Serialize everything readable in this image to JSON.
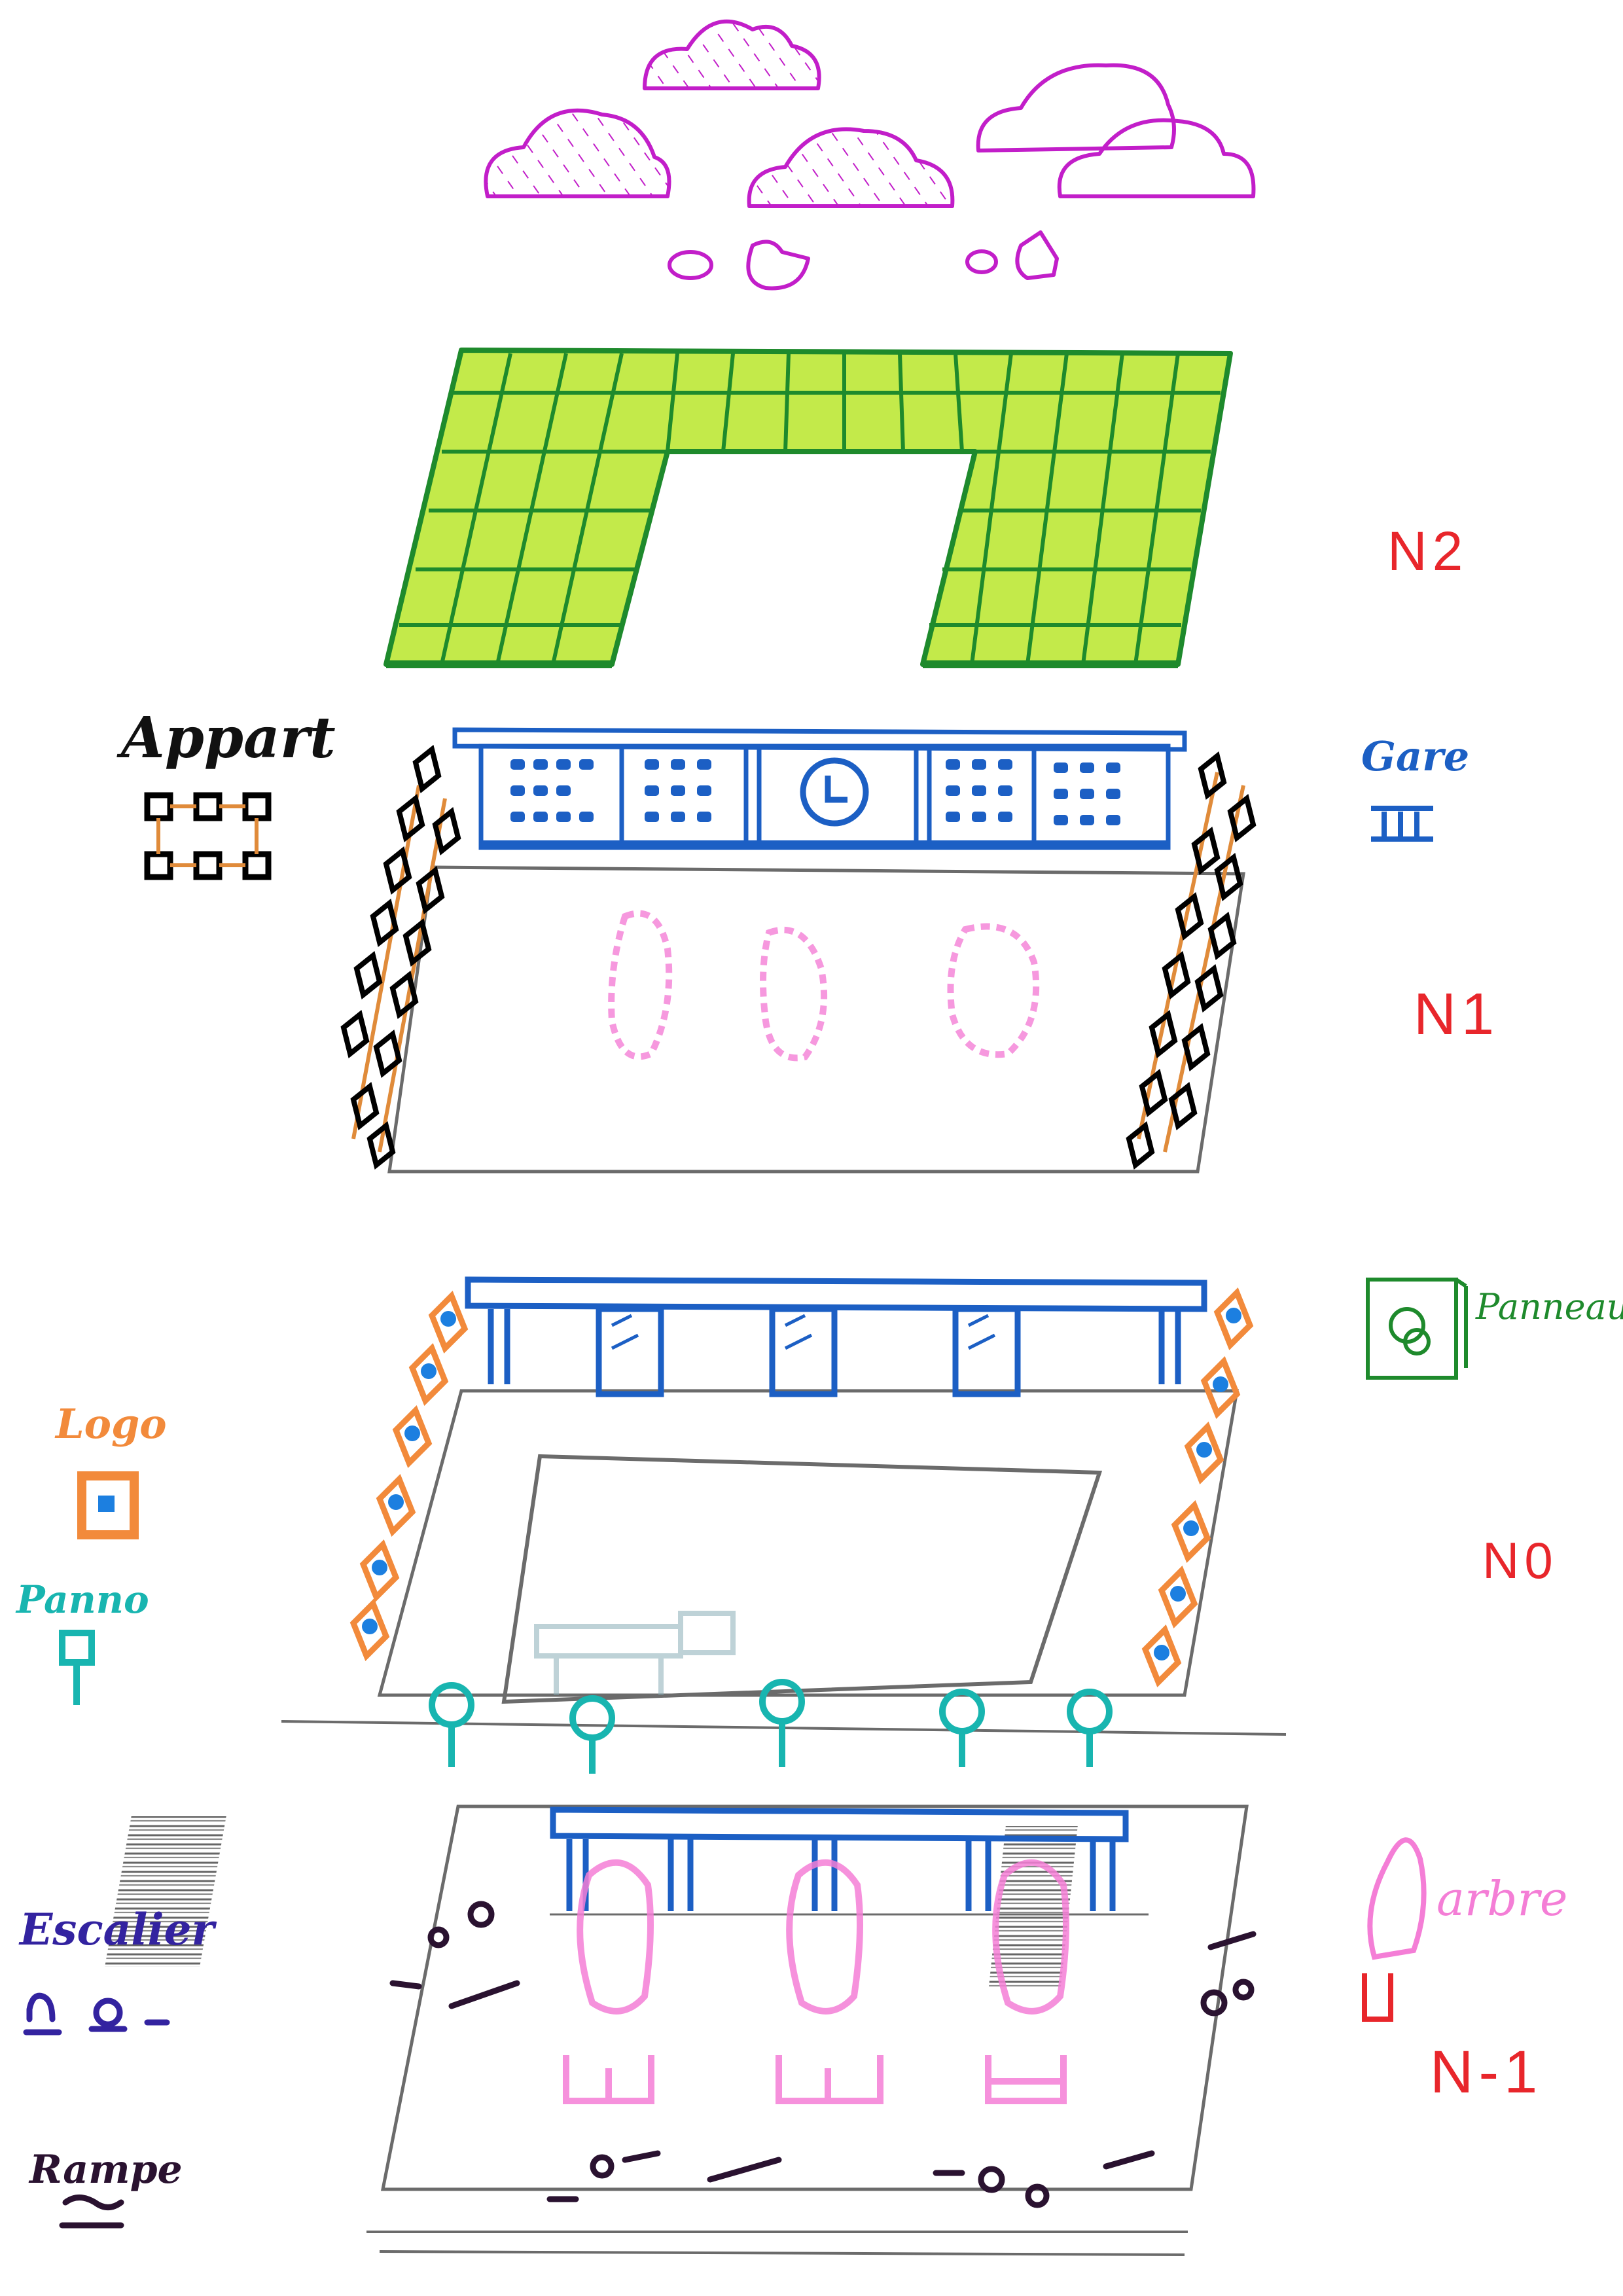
{
  "levels": {
    "n2": "N2",
    "n1": "N1",
    "n0": "N0",
    "n_minus_1": "N-1"
  },
  "legend": {
    "appart": "Appart",
    "gare": "Gare",
    "panneau": "Panneau",
    "logo": "Logo",
    "panno": "Panno",
    "arbre": "arbre",
    "escalier": "Escalier",
    "rampe": "Rampe"
  },
  "colors": {
    "magenta_clouds": "#c21ec9",
    "green_roof_fill": "#b8e62a",
    "green_roof_line": "#1e8a2c",
    "blue_structure": "#1c5fc4",
    "level_red": "#e8262b",
    "orange_logo": "#f28a3b",
    "teal_post": "#18b5b0",
    "pink_tree": "#f47ed6",
    "pencil_grey": "#6b6b6b",
    "escalier_indigo": "#3323a0",
    "dark": "#2a1230"
  },
  "icons": [
    "cloud-icon",
    "clock-icon",
    "panneau-icon",
    "logo-icon",
    "post-icon",
    "tree-icon",
    "stairs-icon",
    "ramp-icon",
    "apartment-icon"
  ]
}
